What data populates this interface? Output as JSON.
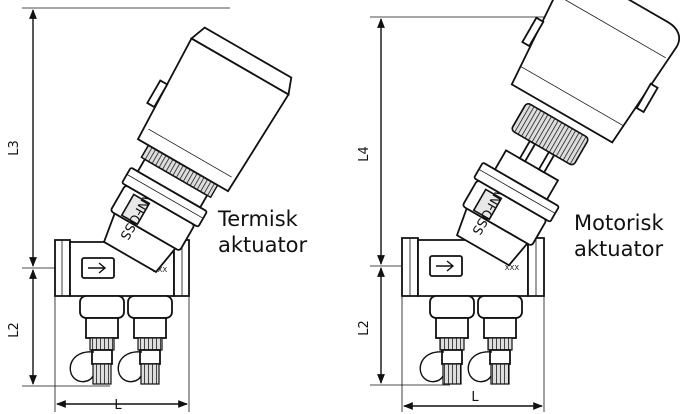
{
  "left_figure": {
    "caption": [
      "Termisk",
      "aktuator"
    ],
    "dims": {
      "L3": "L3",
      "L2": "L2",
      "L": "L"
    },
    "label_text": "DANFOSS",
    "mark_text": "XXX"
  },
  "right_figure": {
    "caption": [
      "Motorisk",
      "aktuator"
    ],
    "dims": {
      "L4": "L4",
      "L2": "L2",
      "L": "L"
    },
    "label_text": "DANFOSS",
    "mark_text": "XXX"
  }
}
